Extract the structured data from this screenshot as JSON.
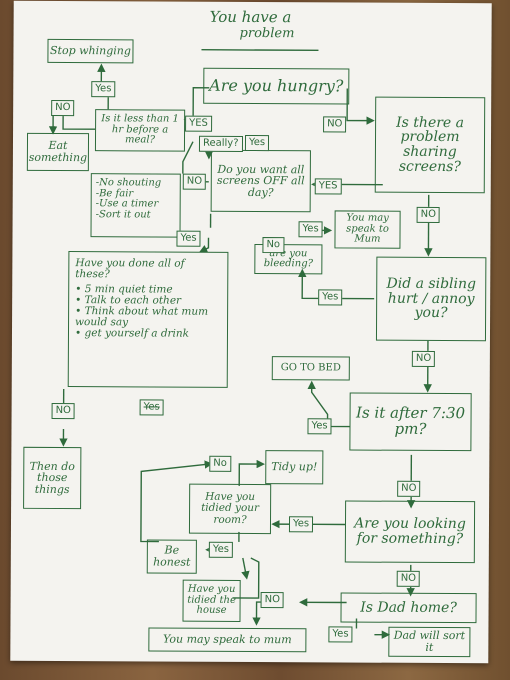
{
  "title": [
    "You have a",
    "problem"
  ],
  "boxes": {
    "stop_whinging": "Stop whinging",
    "is_it_less": "Is it less than 1 hr before a meal?",
    "eat_something": "Eat something",
    "are_you_hungry": "Are you hungry?",
    "is_there_a_problem": "Is there a problem sharing screens?",
    "do_you_want": "Do you want all screens OFF all day?",
    "tips": [
      "-No shouting",
      "-Be fair",
      "-Use a timer",
      "-Sort it out"
    ],
    "are_you_bleeding": "are you bleeding?",
    "you_may_speak_small": "You may speak to Mum",
    "did_a_sibling": "Did a sibling hurt / annoy you?",
    "have_you_done": "Have you done all of these?",
    "done_items": [
      "• 5 min quiet time",
      "• Talk to each other",
      "• Think about what mum would say",
      "• get yourself a drink"
    ],
    "then_do": "Then do those things",
    "go_to_bed": "GO TO BED",
    "is_it_after": "Is it after 7:30 pm?",
    "tidy_up": "Tidy up!",
    "have_you_tidied_room": "Have you tidied your room?",
    "are_you_looking": "Are you looking for something?",
    "be_honest": "Be honest",
    "have_you_tidied_house": "Have you tidied the house",
    "is_dad_home": "Is Dad home?",
    "you_may_speak_bottom": "You may speak to mum",
    "dad_will_sort": "Dad will sort it"
  },
  "tags": {
    "yes_stop": "Yes",
    "no_less": "NO",
    "yes_hungry": "YES",
    "no_hungry": "NO",
    "really": "Really?",
    "yes_really": "Yes",
    "no_screens": "NO",
    "yes_problem": "YES",
    "no_problem": "NO",
    "yes_screens": "Yes",
    "yes_bleeding": "Yes",
    "no_bleeding": "No",
    "yes_sibling": "Yes",
    "no_sibling": "NO",
    "no_done": "NO",
    "yes_done": "Yes",
    "yes_after": "Yes",
    "no_after": "NO",
    "no_tidy": "No",
    "yes_looking": "Yes",
    "no_looking": "NO",
    "yes_room": "Yes",
    "no_dad": "NO",
    "yes_dad": "Yes"
  },
  "colors": {
    "ink": "#2f6b3c",
    "paper": "#f4f3ef",
    "wood": "#7a5a3a"
  }
}
